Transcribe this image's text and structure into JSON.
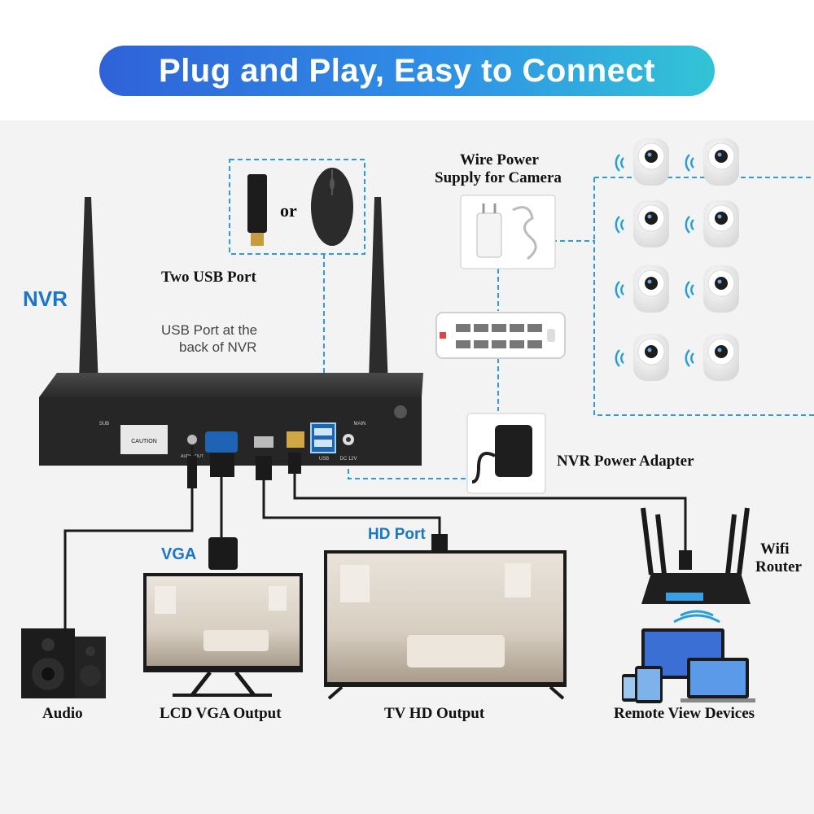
{
  "banner": {
    "title": "Plug and Play, Easy to Connect"
  },
  "labels": {
    "nvr": "NVR",
    "usb_or": "or",
    "two_usb_port": "Two USB Port",
    "usb_back_line1": "USB Port at the",
    "usb_back_line2": "back of NVR",
    "wire_power_line1": "Wire Power",
    "wire_power_line2": "Supply for Camera",
    "nvr_power_adapter": "NVR Power Adapter",
    "wifi_router_line1": "Wifi",
    "wifi_router_line2": "Router",
    "hd_port": "HD Port",
    "vga": "VGA",
    "audio": "Audio",
    "lcd_vga_output": "LCD VGA Output",
    "tv_hd_output": "TV HD Output",
    "remote_view_devices": "Remote View Devices"
  },
  "nvr_panel": {
    "caution": "CAUTION",
    "audio_out": "AUDIO OUT",
    "usb": "USB",
    "dc": "DC 12V",
    "sub": "SUB",
    "main": "MAIN"
  },
  "icons": [
    "usb-dongle-icon",
    "mouse-icon",
    "power-strip-icon",
    "power-adapter-icon",
    "camera-icon",
    "wifi-signal-icon",
    "router-icon",
    "speaker-icon",
    "monitor-icon",
    "tv-icon",
    "laptop-icon",
    "tablet-icon",
    "phone-icon"
  ],
  "colors": {
    "accent_blue": "#1976c8",
    "banner_start": "#2f62d8",
    "banner_end": "#32c4d6",
    "dashed_line": "#2a9fd6",
    "cable": "#1a1a1a"
  }
}
